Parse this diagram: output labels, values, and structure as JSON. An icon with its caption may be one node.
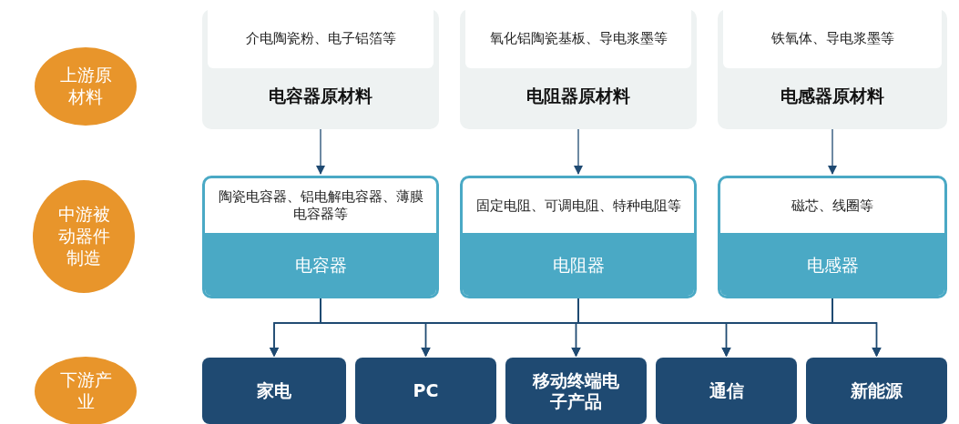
{
  "diagram": {
    "nodes": [
      {
        "text": [
          "上游原材料"
        ]
      },
      {
        "text": [
          "介电陶瓷粉、电子铝箔等",
          "电容器原材料"
        ]
      },
      {
        "text": [
          "氧化铝陶瓷基板、导电浆墨等",
          "电阻器原材料"
        ]
      },
      {
        "text": [
          "铁氧体、导电浆墨等",
          "电感器原材料"
        ]
      },
      {
        "text": [
          "中游被动器件制造"
        ]
      },
      {
        "text": [
          "陶瓷电容器、铝电解电容器、薄膜电容器等",
          "电容器"
        ]
      },
      {
        "text": [
          "固定电阻、可调电阻、特种电阻等",
          "电阻器"
        ]
      },
      {
        "text": [
          "磁芯、线圈等",
          "电感器"
        ]
      },
      {
        "text": [
          "下游产业"
        ]
      },
      {
        "text": [
          "家电"
        ]
      },
      {
        "text": [
          "PC"
        ]
      },
      {
        "text": [
          "移动终端电子产品"
        ]
      },
      {
        "text": [
          "通信"
        ]
      },
      {
        "text": [
          "新能源"
        ]
      }
    ],
    "edges": [
      {
        "from": 1,
        "to": 5,
        "arrow": "to"
      },
      {
        "from": 2,
        "to": 6,
        "arrow": "to"
      },
      {
        "from": 3,
        "to": 7,
        "arrow": "to"
      },
      {
        "from": 5,
        "to": 9,
        "arrow": "to"
      },
      {
        "from": 5,
        "to": 10,
        "arrow": "to"
      },
      {
        "from": 5,
        "to": 11,
        "arrow": "to"
      },
      {
        "from": 5,
        "to": 12,
        "arrow": "to"
      },
      {
        "from": 5,
        "to": 13,
        "arrow": "to"
      },
      {
        "from": 6,
        "to": 9,
        "arrow": "to"
      },
      {
        "from": 6,
        "to": 10,
        "arrow": "to"
      },
      {
        "from": 6,
        "to": 11,
        "arrow": "to"
      },
      {
        "from": 6,
        "to": 12,
        "arrow": "to"
      },
      {
        "from": 6,
        "to": 13,
        "arrow": "to"
      },
      {
        "from": 7,
        "to": 9,
        "arrow": "to"
      },
      {
        "from": 7,
        "to": 10,
        "arrow": "to"
      },
      {
        "from": 7,
        "to": 11,
        "arrow": "to"
      },
      {
        "from": 7,
        "to": 12,
        "arrow": "to"
      },
      {
        "from": 7,
        "to": 13,
        "arrow": "to"
      }
    ]
  }
}
